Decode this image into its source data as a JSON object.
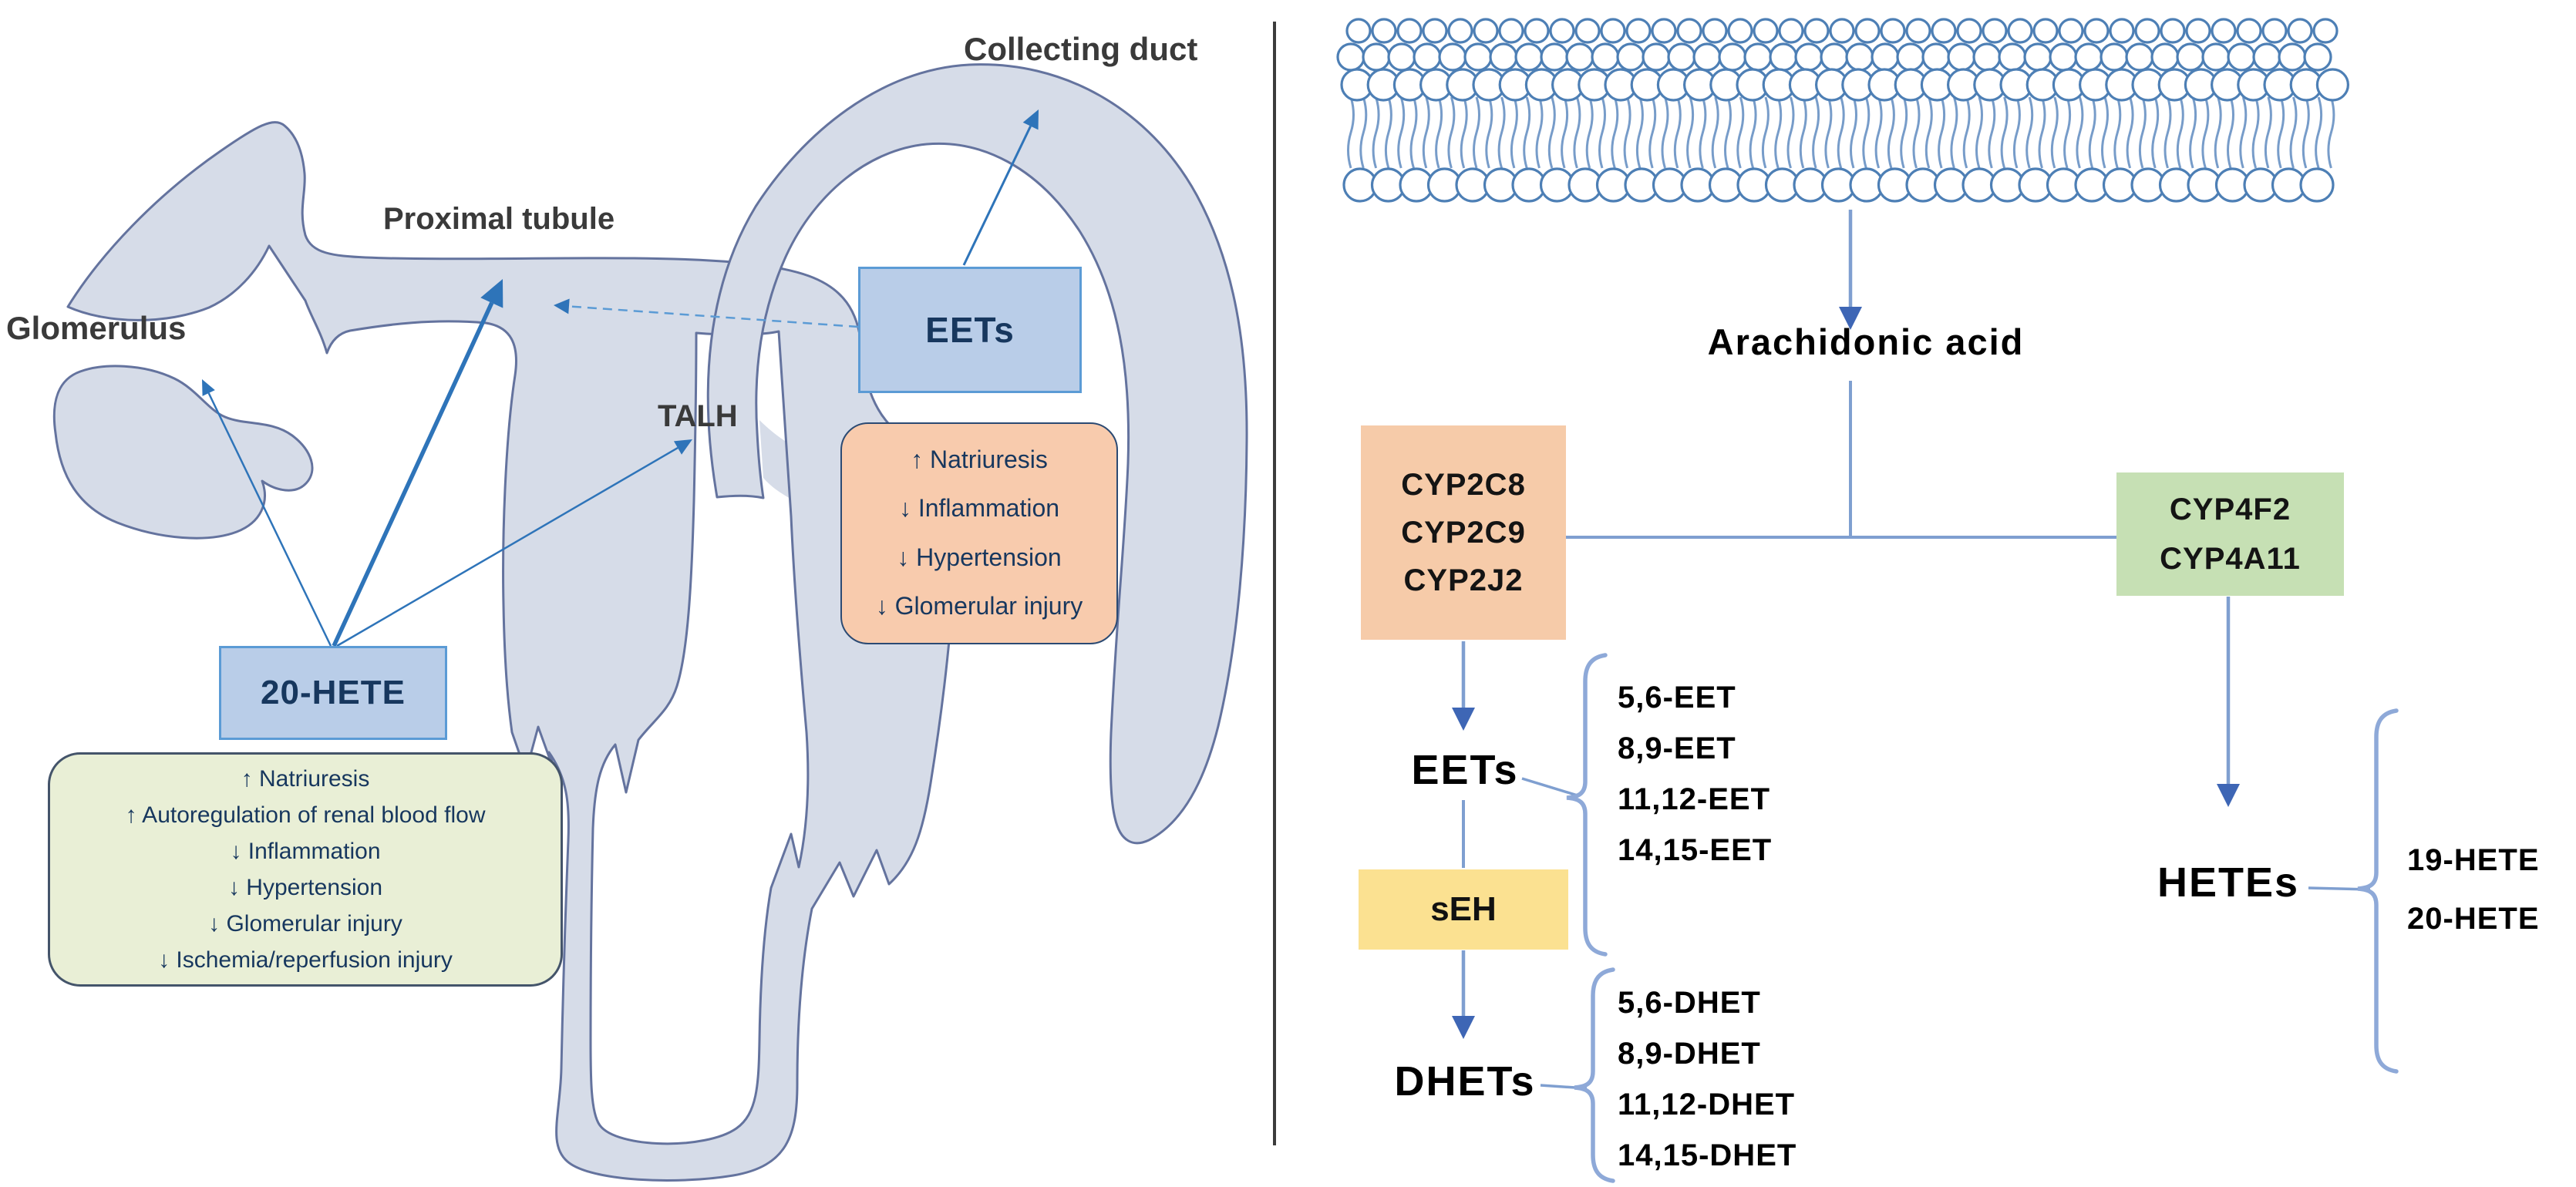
{
  "left_panel": {
    "labels": {
      "collecting_duct": "Collecting duct",
      "proximal_tubule": "Proximal tubule",
      "glomerulus": "Glomerulus",
      "talh": "TALH"
    },
    "eets_box_label": "EETs",
    "eets_effects": {
      "items": [
        "↑ Natriuresis",
        "↓ Inflammation",
        "↓ Hypertension",
        "↓ Glomerular injury"
      ]
    },
    "hete_box_label": "20-HETE",
    "hete_effects": {
      "items": [
        "↑ Natriuresis",
        "↑ Autoregulation of renal blood flow",
        "↓ Inflammation",
        "↓ Hypertension",
        "↓ Glomerular injury",
        "↓ Ischemia/reperfusion injury"
      ]
    }
  },
  "right_panel": {
    "substrate": "Arachidonic acid",
    "epoxygenase_box": {
      "items": [
        "CYP2C8",
        "CYP2C9",
        "CYP2J2"
      ]
    },
    "hydroxylase_box": {
      "items": [
        "CYP4F2",
        "CYP4A11"
      ]
    },
    "eets_label": "EETs",
    "eet_list": {
      "items": [
        "5,6-EET",
        "8,9-EET",
        "11,12-EET",
        "14,15-EET"
      ]
    },
    "seh_label": "sEH",
    "dhets_label": "DHETs",
    "dhet_list": {
      "items": [
        "5,6-DHET",
        "8,9-DHET",
        "11,12-DHET",
        "14,15-DHET"
      ]
    },
    "hetes_label": "HETEs",
    "hete_list": {
      "items": [
        "19-HETE",
        "20-HETE"
      ]
    }
  },
  "colors": {
    "nephron_fill": "#d6dce8",
    "nephron_stroke": "#64739e",
    "box_blue": "#b9cde8",
    "box_blue_border": "#5b9bd5",
    "peach": "#f8cbad",
    "pale_green": "#e9efd6",
    "green_box": "#c6e0b4",
    "yellow": "#fbe191",
    "arrow_head_blue": "#3e66b5",
    "line_blue": "#7f9fd0",
    "bracket_blue": "#8ea9d8",
    "text_navy": "#17375e"
  }
}
